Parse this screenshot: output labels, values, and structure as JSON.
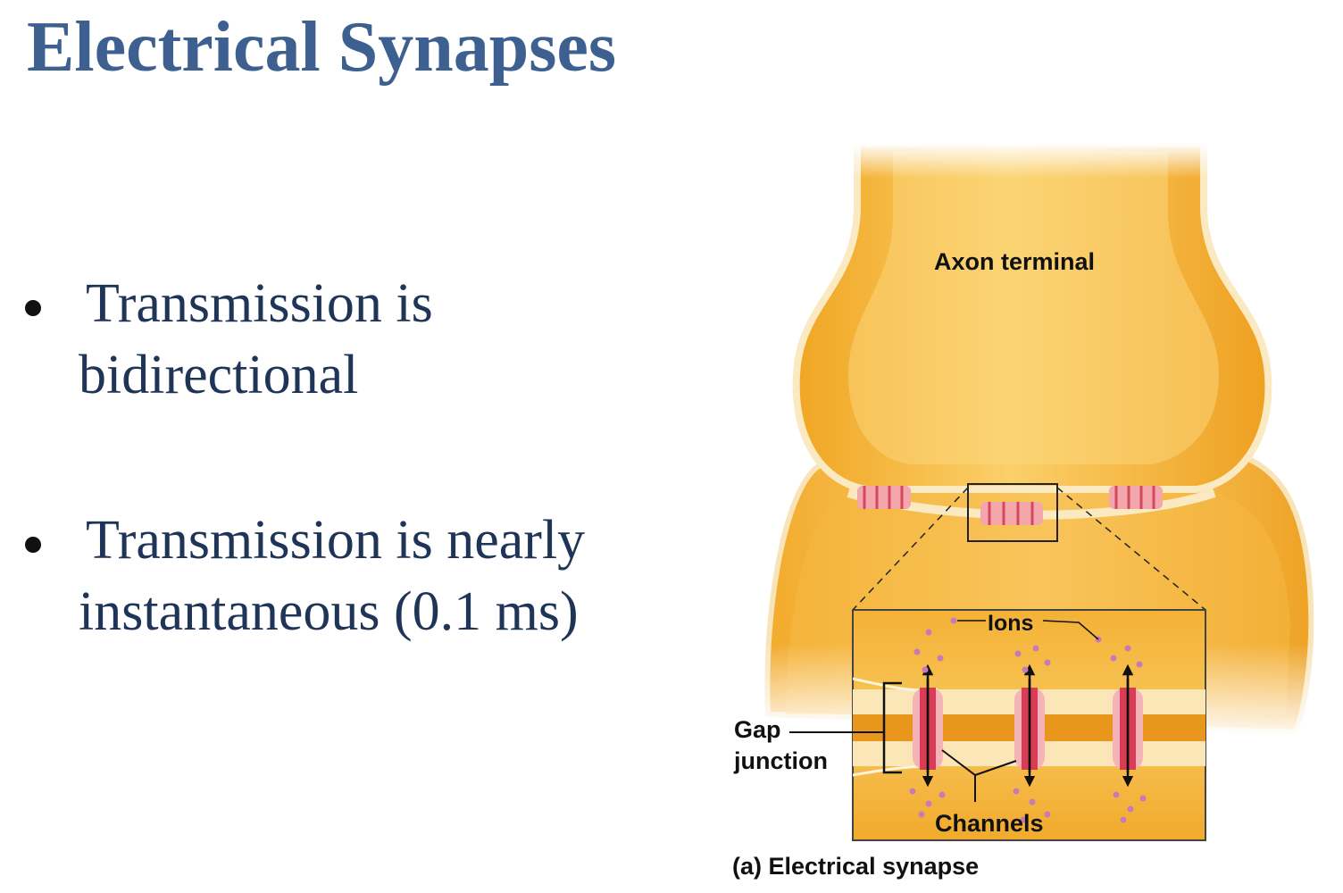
{
  "slide": {
    "title": "Electrical Synapses",
    "bullets": [
      {
        "line1": "Transmission is",
        "line2": "bidirectional"
      },
      {
        "line1": "Transmission is nearly",
        "line2": "instantaneous (0.1 ms)"
      }
    ]
  },
  "figure": {
    "labels": {
      "axon_terminal": "Axon terminal",
      "ions": "Ions",
      "gap": "Gap",
      "junction": "junction",
      "channels": "Channels"
    },
    "caption": "(a) Electrical synapse"
  },
  "colors": {
    "title": "#3d6090",
    "body_text": "#1f3557",
    "cell_fill": "#f6bd3a",
    "channel": "#e0737e",
    "ion": "#c77ab8"
  }
}
